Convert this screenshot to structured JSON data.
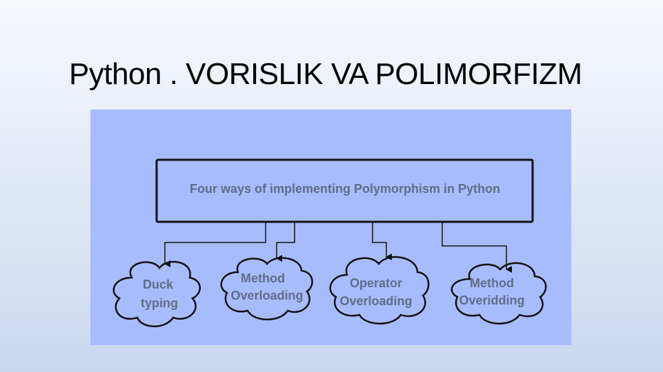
{
  "slide": {
    "title": "Python . VORISLIK VA POLIMORFIZM"
  },
  "diagram": {
    "root": {
      "label": "Four ways of implementing Polymorphism in Python"
    },
    "ways": [
      {
        "line1": "Duck",
        "line2": "typing"
      },
      {
        "line1": "Method",
        "line2": "Overloading"
      },
      {
        "line1": "Operator",
        "line2": "Overloading"
      },
      {
        "line1": "Method",
        "line2": "Overidding"
      }
    ]
  },
  "colors": {
    "diagram_background": "#a8bcfd",
    "node_outline": "#111111",
    "node_text": "#5f6d88"
  }
}
